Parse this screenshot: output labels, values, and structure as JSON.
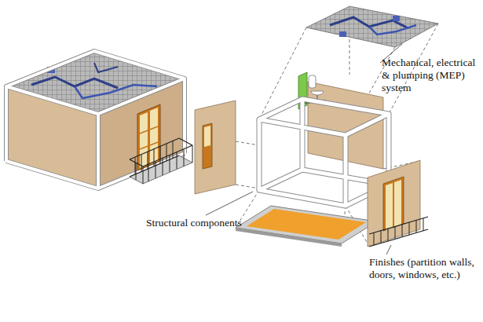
{
  "diagram": {
    "labels": [
      "Mechanical, electrical & plumping (MEP) system",
      "Structural components",
      "Finishes (partition walls, doors, windows, etc.)"
    ]
  }
}
